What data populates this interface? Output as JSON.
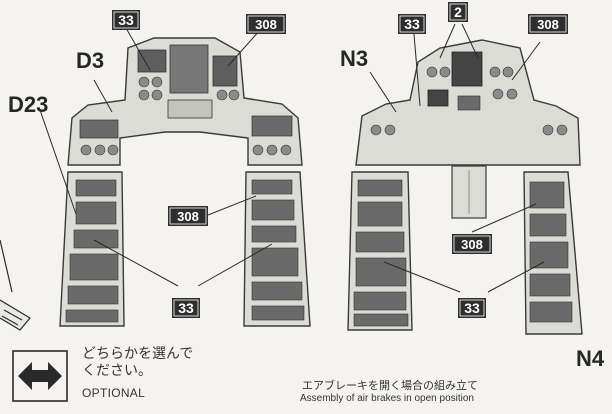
{
  "labels": {
    "d3": "D3",
    "d23": "D23",
    "n3": "N3",
    "n4": "N4"
  },
  "callouts": {
    "c33": "33",
    "c308": "308",
    "c2": "2"
  },
  "optional": {
    "text_jp_1": "どちらかを選んで",
    "text_jp_2": "ください。",
    "text_en": "OPTIONAL"
  },
  "airbrake": {
    "text_jp": "エアブレーキを開く場合の組み立て",
    "text_en": "Assembly of air brakes in open position"
  },
  "colors": {
    "panel_fill": "#dcdcd6",
    "instrument_fill": "#5e5e5e",
    "line": "#3a3a3a",
    "badge": "#2e2e2e",
    "paper": "#f4f3ef"
  }
}
